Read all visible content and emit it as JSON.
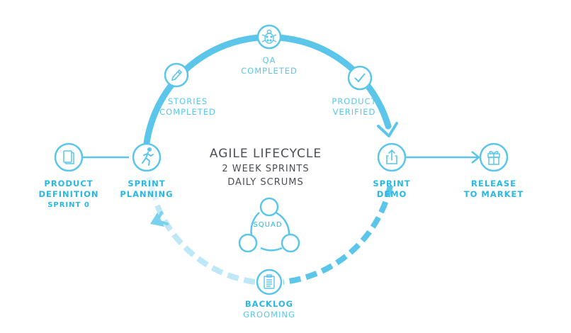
{
  "center": {
    "title": "AGILE LIFECYCLE",
    "line1": "2 WEEK SPRINTS",
    "line2": "DAILY SCRUMS"
  },
  "squad": "SQUAD",
  "nodes": {
    "qa": {
      "line1": "QA",
      "line2": "COMPLETED",
      "icon": "bug-icon"
    },
    "stories": {
      "line1": "STORIES",
      "line2": "COMPLETED",
      "icon": "pencil-icon"
    },
    "product_verified": {
      "line1": "PRODUCT",
      "line2": "VERIFIED",
      "icon": "checkmark-icon"
    },
    "product_definition": {
      "line1": "PRODUCT",
      "line2": "DEFINITION",
      "line3": "SPRINT 0",
      "icon": "document-icon"
    },
    "sprint_planning": {
      "line1": "SPRINT",
      "line2": "PLANNING",
      "icon": "runner-icon"
    },
    "sprint_demo": {
      "line1": "SPRINT",
      "line2": "DEMO",
      "icon": "share-icon"
    },
    "release": {
      "line1": "RELEASE",
      "line2": "TO MARKET",
      "icon": "gift-icon"
    },
    "backlog": {
      "line1": "BACKLOG",
      "line2": "GROOMING",
      "icon": "clipboard-icon"
    }
  },
  "colors": {
    "accent": "#5bc6ea",
    "accent_dark": "#29b7e4",
    "faded": "#cfeef9",
    "text": "#4b4f55"
  }
}
